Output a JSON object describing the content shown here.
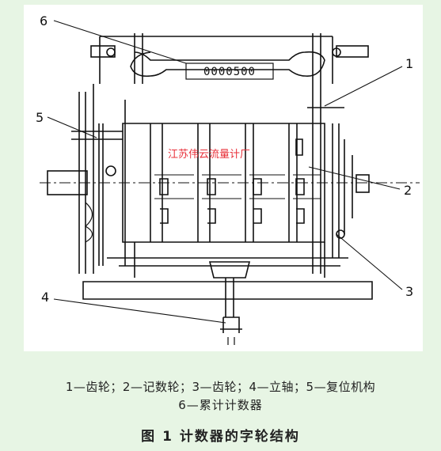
{
  "figure": {
    "counter_display": "0000500",
    "watermark": "江苏伟云流量计厂",
    "callouts": [
      "1",
      "2",
      "3",
      "4",
      "5",
      "6"
    ]
  },
  "legend": {
    "line1": "1—齿轮；2—记数轮；3—齿轮；4—立轴；5—复位机构",
    "line2": "6—累计计数器"
  },
  "title": "图 1    计数器的字轮结构",
  "colors": {
    "background": "#e7f5e4",
    "figure_background": "#ffffff",
    "ink": "#111111",
    "watermark": "#e8303a"
  }
}
